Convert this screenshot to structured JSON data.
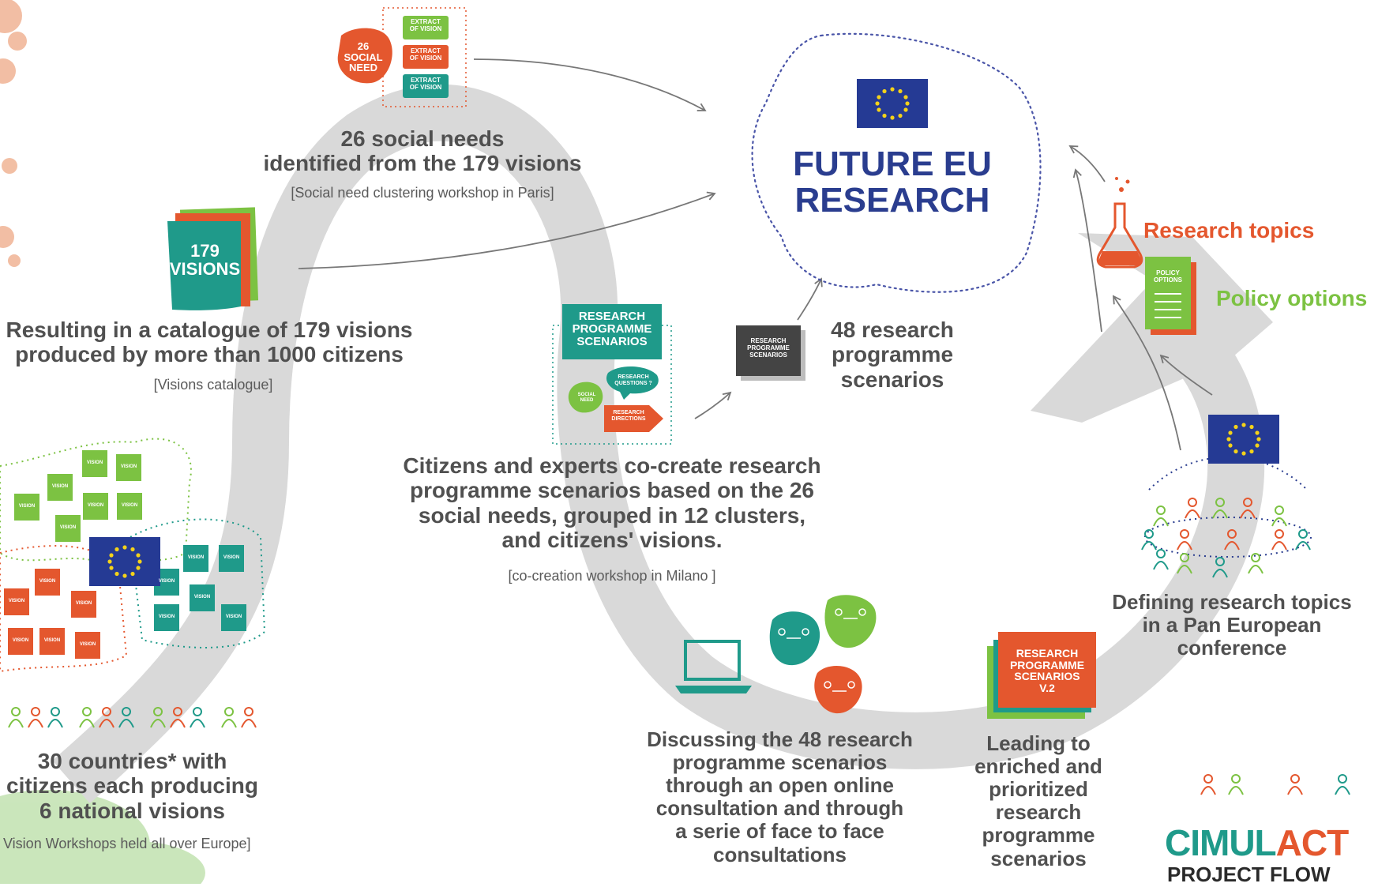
{
  "hub": {
    "title_line1": "FUTURE EU",
    "title_line2": "RESEARCH"
  },
  "step1": {
    "title_line1": "30 countries* with",
    "title_line2": "citizens each producing",
    "title_line3": "6 national visions",
    "caption": "Vision Workshops held all over Europe]",
    "tile_label": "VISION"
  },
  "step2": {
    "badge_line1": "179",
    "badge_line2": "VISIONS",
    "title_line1": "Resulting in a catalogue of 179 visions",
    "title_line2": "produced by more than 1000 citizens",
    "caption": "[Visions catalogue]"
  },
  "step3": {
    "badge_line1": "26",
    "badge_line2": "SOCIAL",
    "badge_line3": "NEED",
    "extract_line1": "EXTRACT",
    "extract_line2": "OF VISION",
    "title_line1": "26 social needs",
    "title_line2": "identified from the 179 visions",
    "caption": "[Social need clustering workshop in Paris]"
  },
  "step4": {
    "card_line1": "RESEARCH",
    "card_line2": "PROGRAMME",
    "card_line3": "SCENARIOS",
    "bubble_social_line1": "SOCIAL",
    "bubble_social_line2": "NEED",
    "bubble_questions_line1": "RESEARCH",
    "bubble_questions_line2": "QUESTIONS ?",
    "arrow_directions_line1": "RESEARCH",
    "arrow_directions_line2": "DIRECTIONS",
    "title_line1": "Citizens and experts co-create research",
    "title_line2": "programme scenarios based on the 26",
    "title_line3": "social needs, grouped in 12 clusters,",
    "title_line4": "and citizens' visions.",
    "caption": "[co-creation workshop in  Milano ]"
  },
  "step5": {
    "card_line1": "RESEARCH",
    "card_line2": "PROGRAMME",
    "card_line3": "SCENARIOS",
    "title_line1": "48 research",
    "title_line2": "programme",
    "title_line3": "scenarios"
  },
  "step6": {
    "title_line1": "Discussing the 48 research",
    "title_line2": "programme scenarios",
    "title_line3": "through an open online",
    "title_line4": "consultation and through",
    "title_line5": "a serie of face to face",
    "title_line6": "consultations"
  },
  "step7": {
    "card_line1": "RESEARCH",
    "card_line2": "PROGRAMME",
    "card_line3": "SCENARIOS",
    "card_line4": "V.2",
    "title_line1": "Leading to",
    "title_line2": "enriched and",
    "title_line3": "prioritized",
    "title_line4": "research",
    "title_line5": "programme",
    "title_line6": "scenarios"
  },
  "step8": {
    "title_line1": "Defining research topics",
    "title_line2": "in a Pan European",
    "title_line3": "conference"
  },
  "outputs": {
    "research_topics": "Research topics",
    "policy_options": "Policy options",
    "policy_doc_line1": "POLICY",
    "policy_doc_line2": "OPTIONS"
  },
  "logo": {
    "part1": "CIMUL",
    "part2": "ACT",
    "subtitle": "PROJECT FLOW"
  },
  "colors": {
    "path": "#d9d9d9",
    "green": "#7cc242",
    "teal": "#1f9a8a",
    "orange": "#e4572e",
    "navy": "#2a3d8f",
    "eu_blue": "#253a94",
    "eu_star": "#f4d21a",
    "text": "#505050"
  }
}
